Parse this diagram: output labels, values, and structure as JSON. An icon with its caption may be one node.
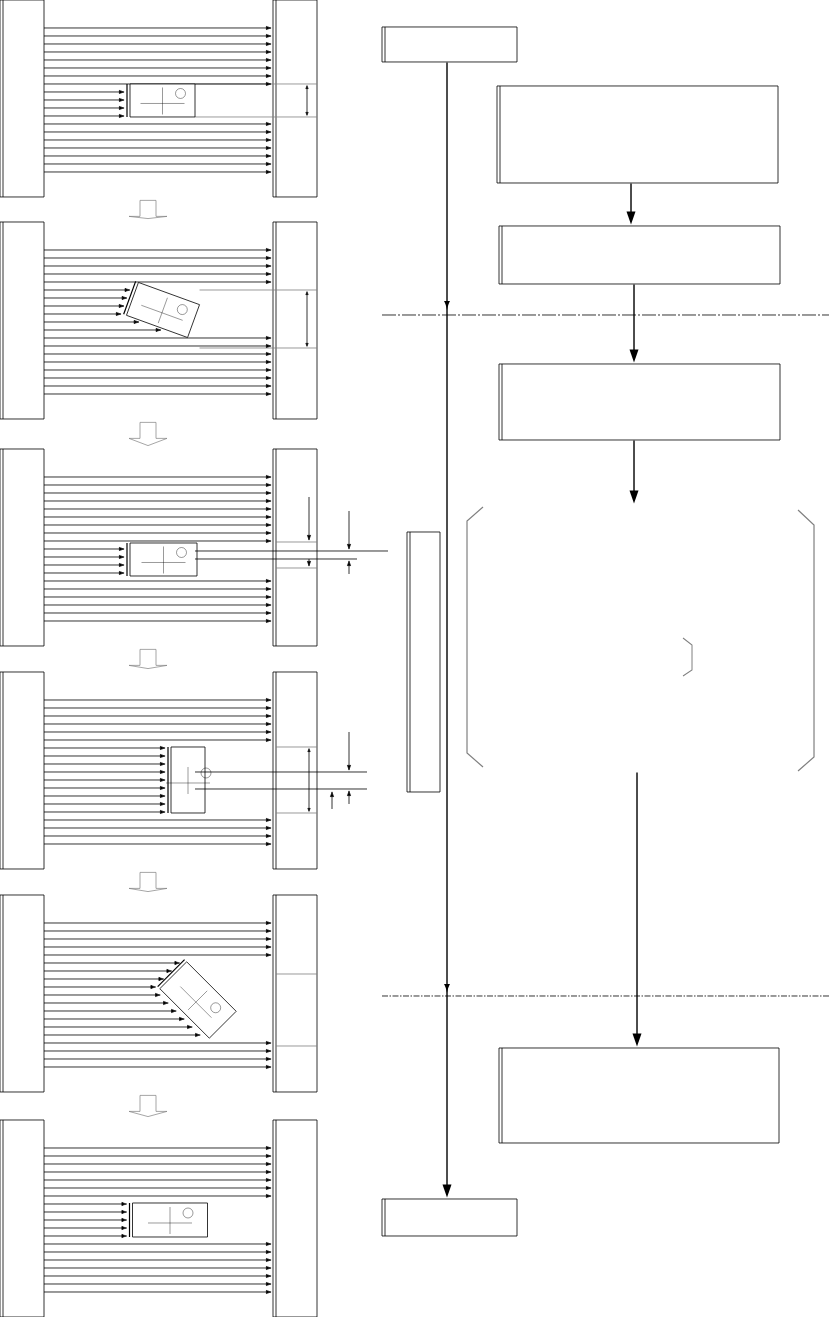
{
  "diagram": {
    "nodes": [
      {
        "text": [],
        "shape": "picture"
      },
      {
        "text": [],
        "shape": "picture"
      },
      {
        "text": [],
        "shape": "picture"
      },
      {
        "text": [],
        "shape": "picture"
      },
      {
        "text": [],
        "shape": "picture"
      },
      {
        "text": [],
        "shape": "picture"
      },
      {
        "text": [],
        "shape": "box"
      },
      {
        "text": [],
        "shape": "box"
      },
      {
        "text": [],
        "shape": "box"
      },
      {
        "text": [],
        "shape": "box"
      },
      {
        "text": [],
        "shape": "box"
      },
      {
        "text": [],
        "shape": "bracket"
      },
      {
        "text": [],
        "shape": "box"
      },
      {
        "text": [],
        "shape": "box"
      }
    ],
    "edges": [
      {
        "from": 0,
        "to": 1,
        "arrow": "to"
      },
      {
        "from": 1,
        "to": 2,
        "arrow": "to"
      },
      {
        "from": 2,
        "to": 3,
        "arrow": "to"
      },
      {
        "from": 3,
        "to": 4,
        "arrow": "to"
      },
      {
        "from": 4,
        "to": 5,
        "arrow": "to"
      },
      {
        "from": 6,
        "to": 13,
        "arrow": "to"
      },
      {
        "from": 7,
        "to": 8,
        "arrow": "to"
      },
      {
        "from": 8,
        "to": 9,
        "arrow": "to"
      },
      {
        "from": 9,
        "to": 11,
        "arrow": "to"
      },
      {
        "from": 11,
        "to": 12,
        "arrow": "to"
      }
    ]
  }
}
